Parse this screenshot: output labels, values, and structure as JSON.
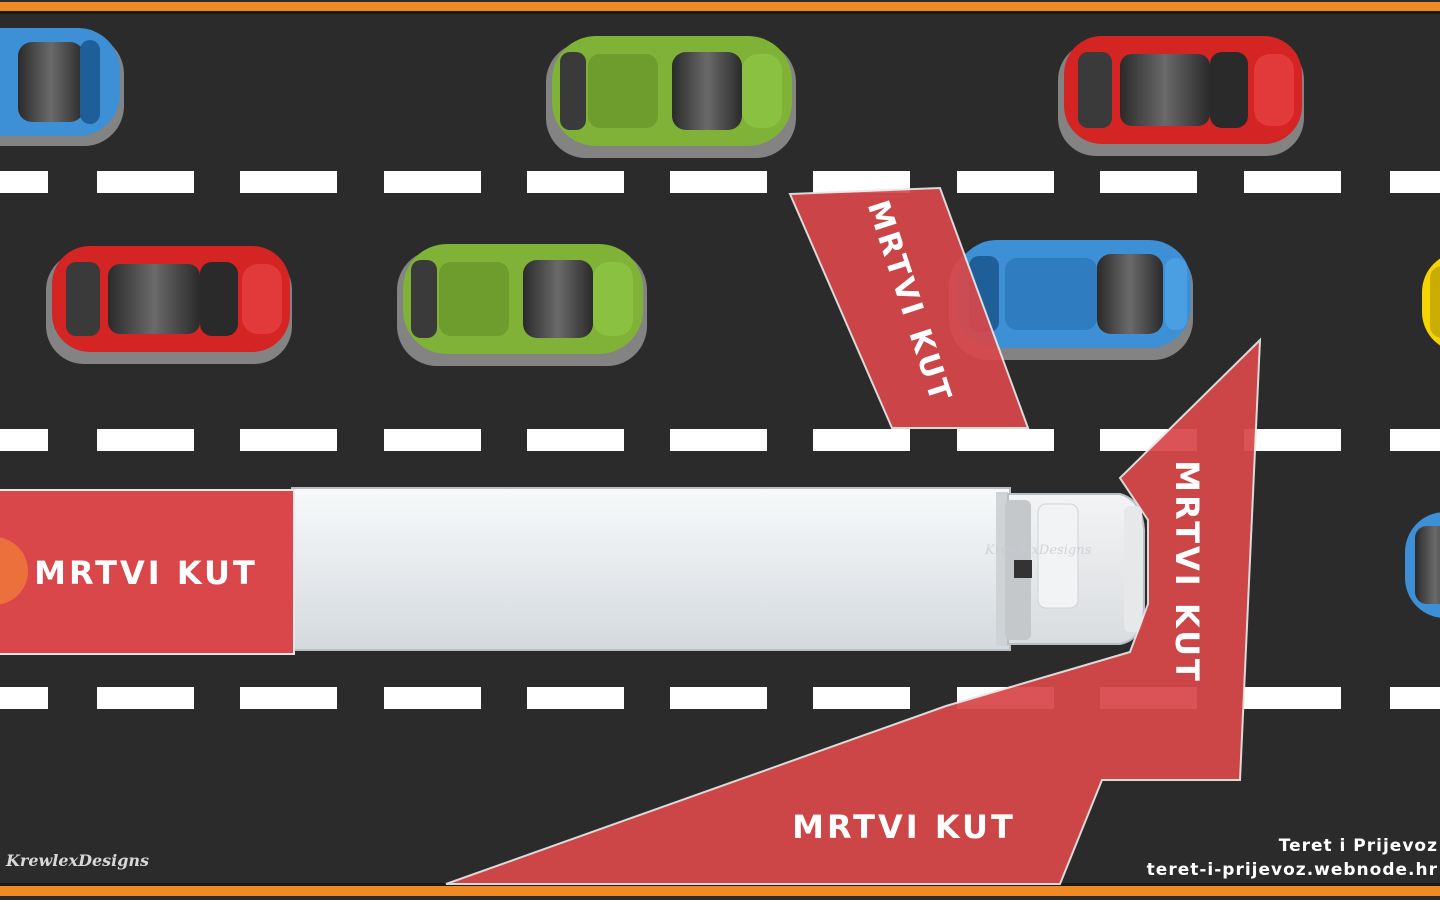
{
  "blind_spot_label": "MRTVI KUT",
  "blind_spots": [
    {
      "id": "rear",
      "label": "MRTVI KUT"
    },
    {
      "id": "left-front",
      "label": "MRTVI KUT"
    },
    {
      "id": "right-front",
      "label": "MRTVI KUT"
    },
    {
      "id": "right-side",
      "label": "MRTVI KUT"
    }
  ],
  "truck_watermark": "KrewlexDesigns",
  "credit": "KrewlexDesigns",
  "footer": {
    "title": "Teret i Prijevoz",
    "url": "teret-i-prijevoz.webnode.hr"
  },
  "colors": {
    "road": "#2b2b2b",
    "border": "#f08a24",
    "lane_marking": "#ffffff",
    "blind_spot": "#d9474a",
    "car_blue": "#3d8fd6",
    "car_green": "#7fb236",
    "car_red": "#d42424",
    "car_yellow": "#f5d400",
    "truck_body": "#eef1f3"
  }
}
